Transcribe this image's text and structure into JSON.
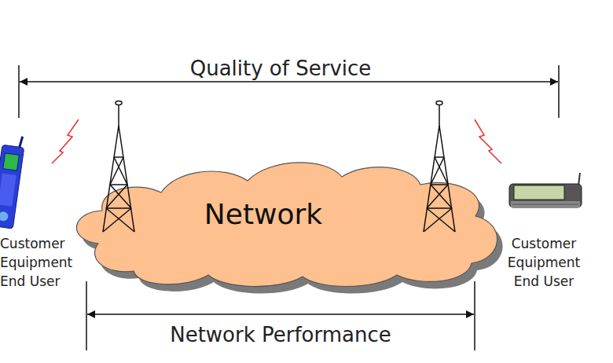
{
  "diagram": {
    "nodes": [
      {
        "text": [
          "Network"
        ]
      }
    ],
    "labels": [
      "Quality of Service",
      "Network Performance",
      "Customer Equipment End User",
      "Customer Equipment End User"
    ]
  }
}
